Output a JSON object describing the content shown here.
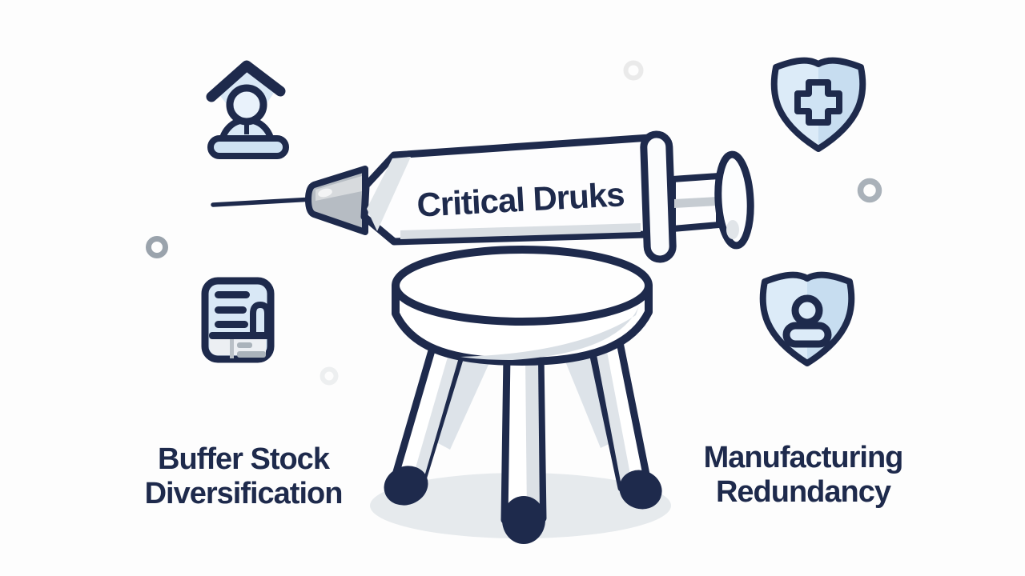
{
  "illustration": {
    "syringe": {
      "label": "Critical Druks"
    },
    "labels": {
      "left": {
        "line1": "Buffer Stock",
        "line2": "Diversification"
      },
      "right": {
        "line1": "Manufacturing",
        "line2": "Redundancy"
      }
    },
    "icons": [
      {
        "name": "graduate-person-icon",
        "position": "top-left"
      },
      {
        "name": "document-icon",
        "position": "middle-left"
      },
      {
        "name": "shield-cross-icon",
        "position": "top-right"
      },
      {
        "name": "shield-person-icon",
        "position": "middle-right"
      }
    ],
    "colors": {
      "navy": "#1e2a4c",
      "light_blue": "#d9e8f6",
      "light_blue_dark": "#c7ddf0",
      "icon_highlight": "#e9f2fb",
      "hub_gray": "#b6bcc3",
      "shading_gray": "#d9dfe5",
      "shadow_gray": "#e6eaed",
      "background": "#fdfdfd"
    }
  }
}
